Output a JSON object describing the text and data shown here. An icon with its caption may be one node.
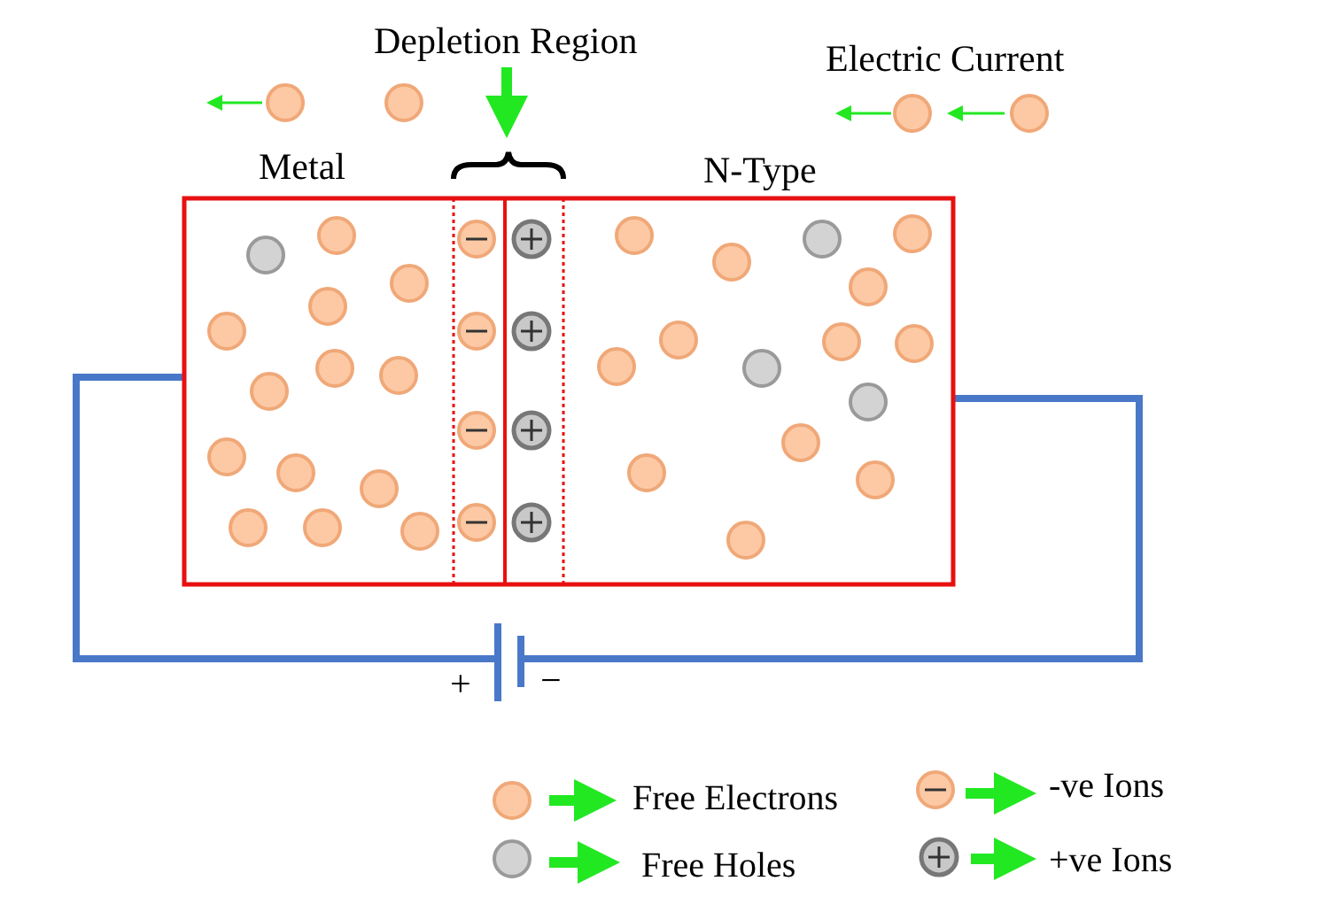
{
  "diagram": {
    "labels": [
      "Depletion Region",
      "Electric Current",
      "Metal",
      "N-Type",
      "+",
      "−"
    ],
    "legend": [
      {
        "text": "Free Electrons"
      },
      {
        "text": "Free Holes"
      },
      {
        "text": "-ve Ions"
      },
      {
        "text": "+ve Ions"
      }
    ]
  }
}
